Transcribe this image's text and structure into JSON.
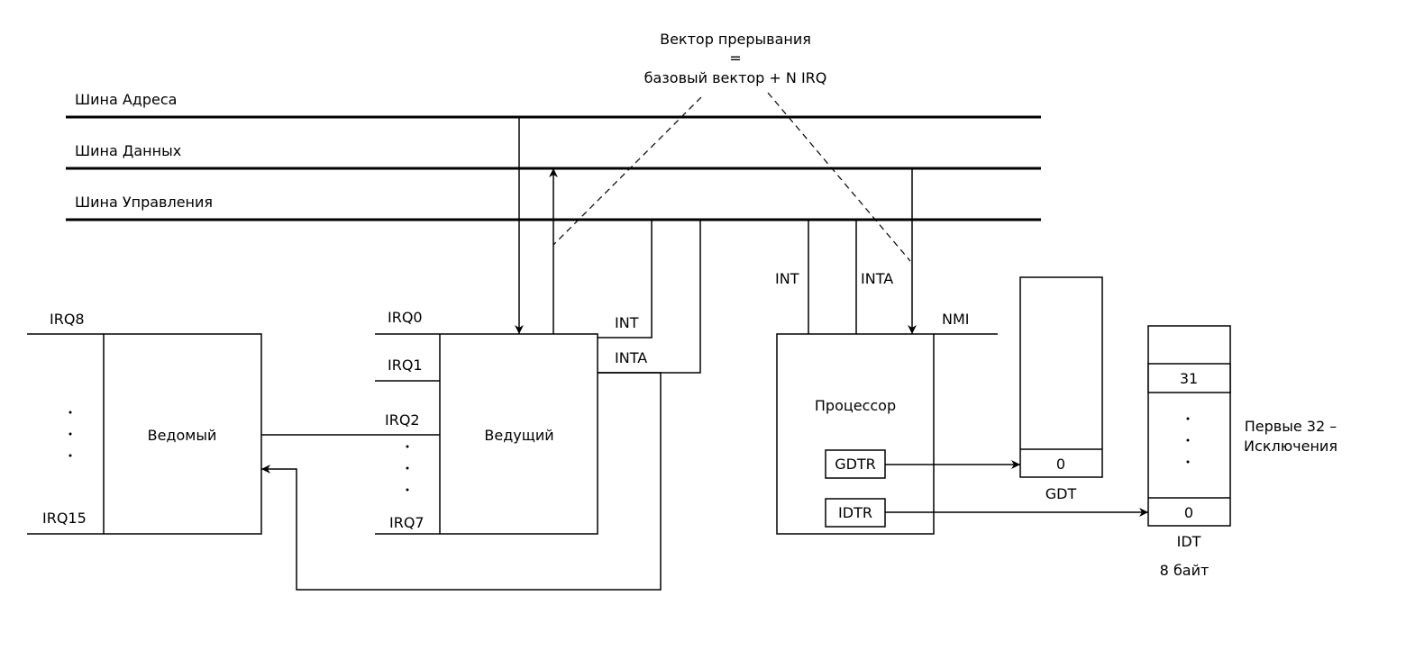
{
  "buses": {
    "address": "Шина Адреса",
    "data": "Шина Данных",
    "control": "Шина Управления"
  },
  "annotation": {
    "line1": "Вектор прерывания",
    "line2": "=",
    "line3": "базовый вектор + N IRQ"
  },
  "slave": {
    "label": "Ведомый",
    "irq_top": "IRQ8",
    "irq_bottom": "IRQ15"
  },
  "master": {
    "label": "Ведущий",
    "irq0": "IRQ0",
    "irq1": "IRQ1",
    "irq2": "IRQ2",
    "irq7": "IRQ7",
    "int": "INT",
    "inta": "INTA"
  },
  "cpu": {
    "label": "Процессор",
    "int": "INT",
    "inta": "INTA",
    "nmi": "NMI",
    "gdtr": "GDTR",
    "idtr": "IDTR"
  },
  "gdt": {
    "label": "GDT",
    "entry0": "0"
  },
  "idt": {
    "label": "IDT",
    "entry31": "31",
    "entry0": "0",
    "entry_size": "8 байт",
    "note_line1": "Первые 32 –",
    "note_line2": "Исключения"
  },
  "colors": {
    "stroke": "#000000",
    "background": "#ffffff"
  }
}
